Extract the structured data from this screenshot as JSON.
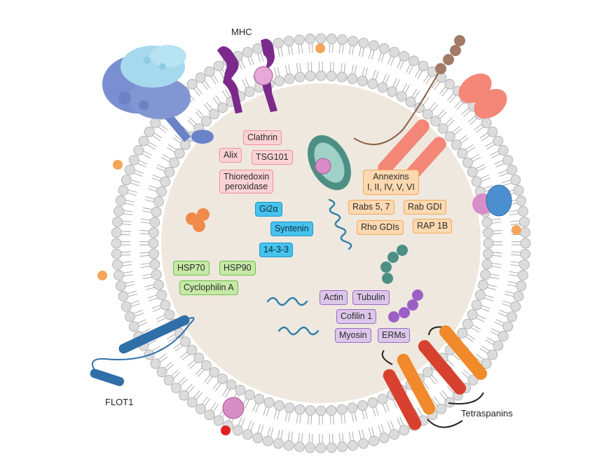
{
  "labels": {
    "mhc": "MHC",
    "flot1": "FLOT1",
    "tetraspanins": "Tetraspanins"
  },
  "tags": {
    "clathrin": "Clathrin",
    "alix": "Alix",
    "tsg101": "TSG101",
    "thioredoxin_line1": "Thioredoxin",
    "thioredoxin_line2": "peroxidase",
    "gi2a": "Gi2α",
    "syntenin": "Syntenin",
    "protein_14_3_3": "14-3-3",
    "hsp70": "HSP70",
    "hsp90": "HSP90",
    "cyclophilin_a": "Cyclophilin A",
    "annexins_line1": "Annexins",
    "annexins_line2": "I, II, IV, V, VI",
    "rabs": "Rabs 5, 7",
    "rab_gdi": "Rab GDI",
    "rho_gdis": "Rho GDIs",
    "rap1b": "RAP 1B",
    "actin": "Actin",
    "tubulin": "Tubulin",
    "cofilin1": "Cofilin 1",
    "myosin": "Myosin",
    "erms": "ERMs"
  },
  "colors": {
    "lumen": "#efe8df",
    "lipid_head": "#dcdcdc",
    "mhc": "#7b2a8c",
    "flot1": "#2f6fa8",
    "tetraspanin_red": "#d8412f",
    "tetraspanin_orange": "#f08a2a",
    "receptor": "#f48777",
    "actin_beads": "#9b5fc5",
    "teal": "#4d8f85"
  }
}
